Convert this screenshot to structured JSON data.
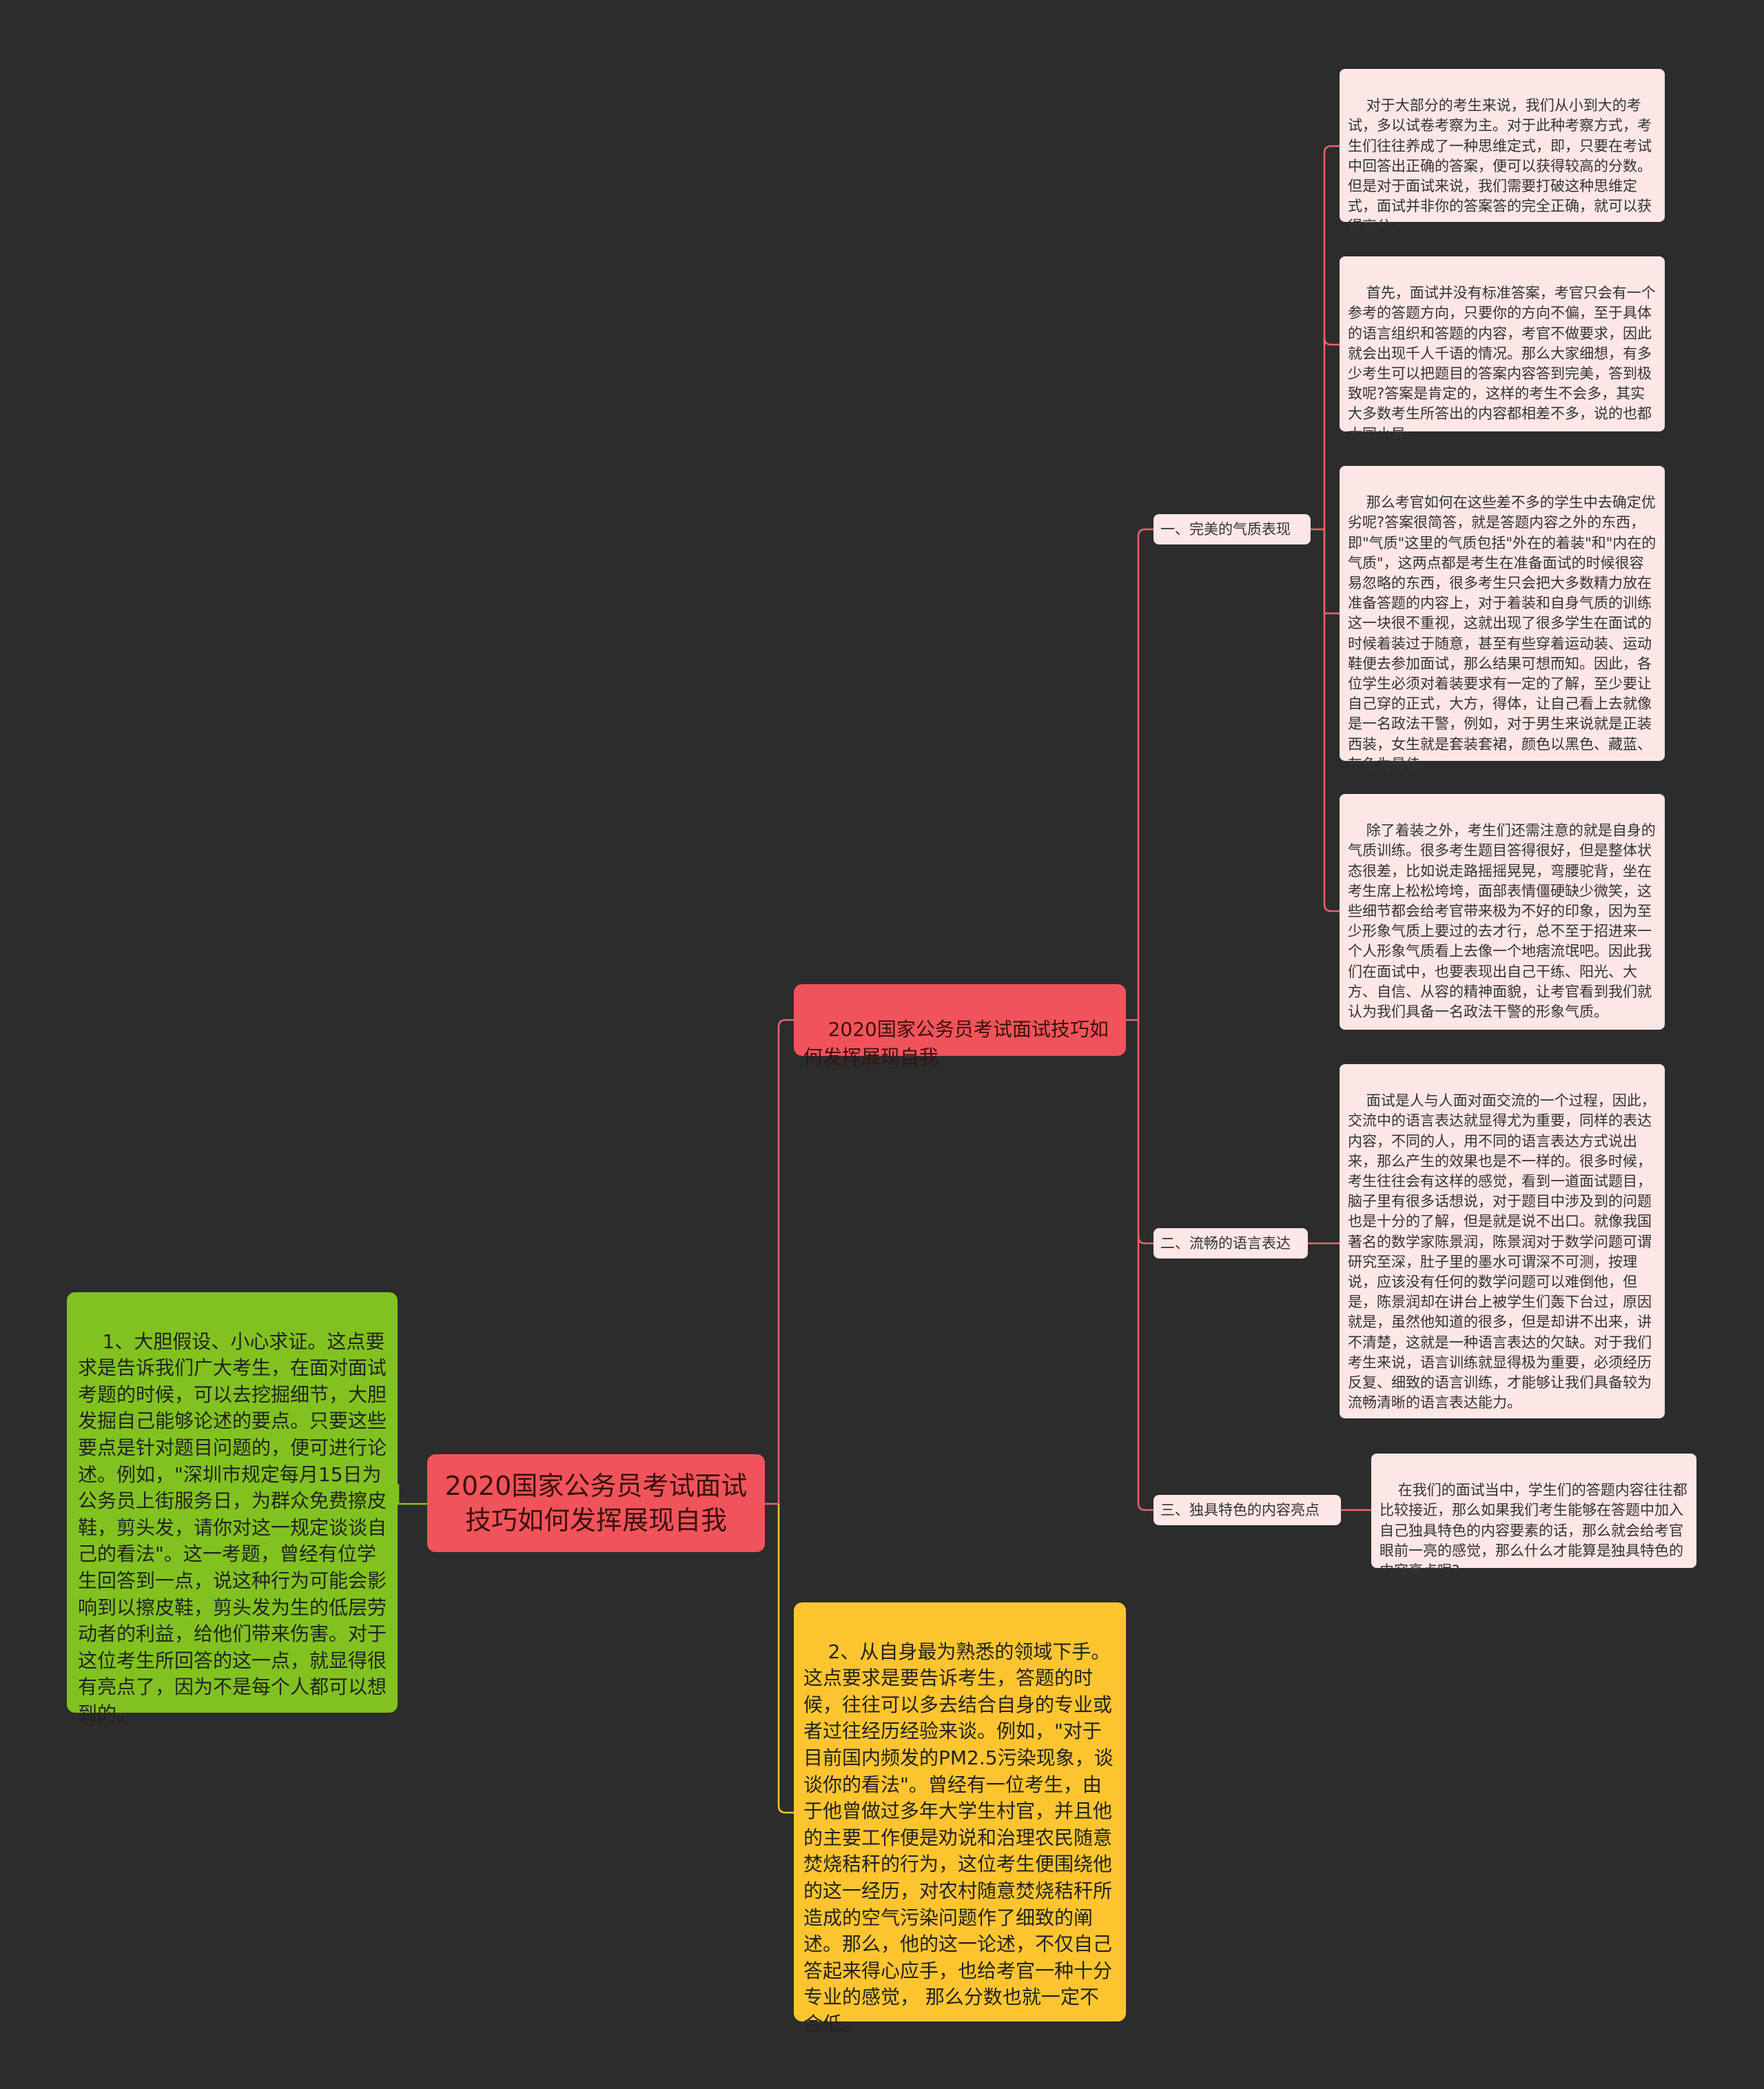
{
  "colors": {
    "background": "#2c2c2c",
    "root_fill": "#f0545a",
    "green_fill": "#82c220",
    "yellow_fill": "#fcc530",
    "sub_fill": "#fde6e6",
    "line_red": "#e8656a",
    "line_green": "#82c220",
    "line_yellow": "#fcc530"
  },
  "root": {
    "text": "2020国家公务员考试面试技巧如何发挥展现自我"
  },
  "left_branch": {
    "text": "1、大胆假设、小心求证。这点要求是告诉我们广大考生，在面对面试考题的时候，可以去挖掘细节，大胆发掘自己能够论述的要点。只要这些要点是针对题目问题的，便可进行论述。例如，\"深圳市规定每月15日为公务员上街服务日，为群众免费擦皮鞋，剪头发，请你对这一规定谈谈自己的看法\"。这一考题，曾经有位学生回答到一点，说这种行为可能会影响到以擦皮鞋，剪头发为生的低层劳动者的利益，给他们带来伤害。对于这位考生所回答的这一点，就显得很有亮点了，因为不是每个人都可以想到的。"
  },
  "right_topic": {
    "text": "2020国家公务员考试面试技巧如何发挥展现自我"
  },
  "right_yellow": {
    "text": "2、从自身最为熟悉的领域下手。这点要求是要告诉考生，答题的时候，往往可以多去结合自身的专业或者过往经历经验来谈。例如，\"对于目前国内频发的PM2.5污染现象，谈谈你的看法\"。曾经有一位考生，由于他曾做过多年大学生村官，并且他的主要工作便是劝说和治理农民随意焚烧秸秆的行为，这位考生便围绕他的这一经历，对农村随意焚烧秸秆所造成的空气污染问题作了细致的阐述。那么，他的这一论述，不仅自己答起来得心应手，也给考官一种十分专业的感觉， 那么分数也就一定不会低。"
  },
  "subtopics": [
    {
      "label": "一、完美的气质表现",
      "leaves": [
        "对于大部分的考生来说，我们从小到大的考试，多以试卷考察为主。对于此种考察方式，考生们往往养成了一种思维定式，即，只要在考试中回答出正确的答案，便可以获得较高的分数。但是对于面试来说，我们需要打破这种思维定式，面试并非你的答案答的完全正确，就可以获得高分。",
        "首先，面试并没有标准答案，考官只会有一个参考的答题方向，只要你的方向不偏，至于具体的语言组织和答题的内容，考官不做要求，因此就会出现千人千语的情况。那么大家细想，有多少考生可以把题目的答案内容答到完美，答到极致呢?答案是肯定的，这样的考生不会多，其实大多数考生所答出的内容都相差不多，说的也都大同小异。",
        "那么考官如何在这些差不多的学生中去确定优劣呢?答案很简答，就是答题内容之外的东西，即\"气质\"这里的气质包括\"外在的着装\"和\"内在的气质\"，这两点都是考生在准备面试的时候很容易忽略的东西，很多考生只会把大多数精力放在准备答题的内容上，对于着装和自身气质的训练这一块很不重视，这就出现了很多学生在面试的时候着装过于随意，甚至有些穿着运动装、运动鞋便去参加面试，那么结果可想而知。因此，各位学生必须对着装要求有一定的了解，至少要让自己穿的正式，大方，得体，让自己看上去就像是一名政法干警，例如，对于男生来说就是正装西装，女生就是套装套裙，颜色以黑色、藏蓝、灰色为最佳。",
        "除了着装之外，考生们还需注意的就是自身的气质训练。很多考生题目答得很好，但是整体状态很差，比如说走路摇摇晃晃，弯腰驼背，坐在考生席上松松垮垮，面部表情僵硬缺少微笑，这些细节都会给考官带来极为不好的印象，因为至少形象气质上要过的去才行，总不至于招进来一个人形象气质看上去像一个地痞流氓吧。因此我们在面试中，也要表现出自己干练、阳光、大方、自信、从容的精神面貌，让考官看到我们就认为我们具备一名政法干警的形象气质。"
      ]
    },
    {
      "label": "二、流畅的语言表达",
      "leaves": [
        "面试是人与人面对面交流的一个过程，因此，交流中的语言表达就显得尤为重要，同样的表达内容，不同的人，用不同的语言表达方式说出来，那么产生的效果也是不一样的。很多时候，考生往往会有这样的感觉，看到一道面试题目，脑子里有很多话想说，对于题目中涉及到的问题也是十分的了解，但是就是说不出口。就像我国著名的数学家陈景润，陈景润对于数学问题可谓研究至深，肚子里的墨水可谓深不可测，按理说，应该没有任何的数学问题可以难倒他，但是，陈景润却在讲台上被学生们轰下台过，原因就是，虽然他知道的很多，但是却讲不出来，讲不清楚，这就是一种语言表达的欠缺。对于我们考生来说，语言训练就显得极为重要，必须经历反复、细致的语言训练，才能够让我们具备较为流畅清晰的语言表达能力。"
      ]
    },
    {
      "label": "三、独具特色的内容亮点",
      "leaves": [
        "在我们的面试当中，学生们的答题内容往往都比较接近，那么如果我们考生能够在答题中加入自己独具特色的内容要素的话，那么就会给考官眼前一亮的感觉，那么什么才能算是独具特色的内容亮点呢?"
      ]
    }
  ]
}
